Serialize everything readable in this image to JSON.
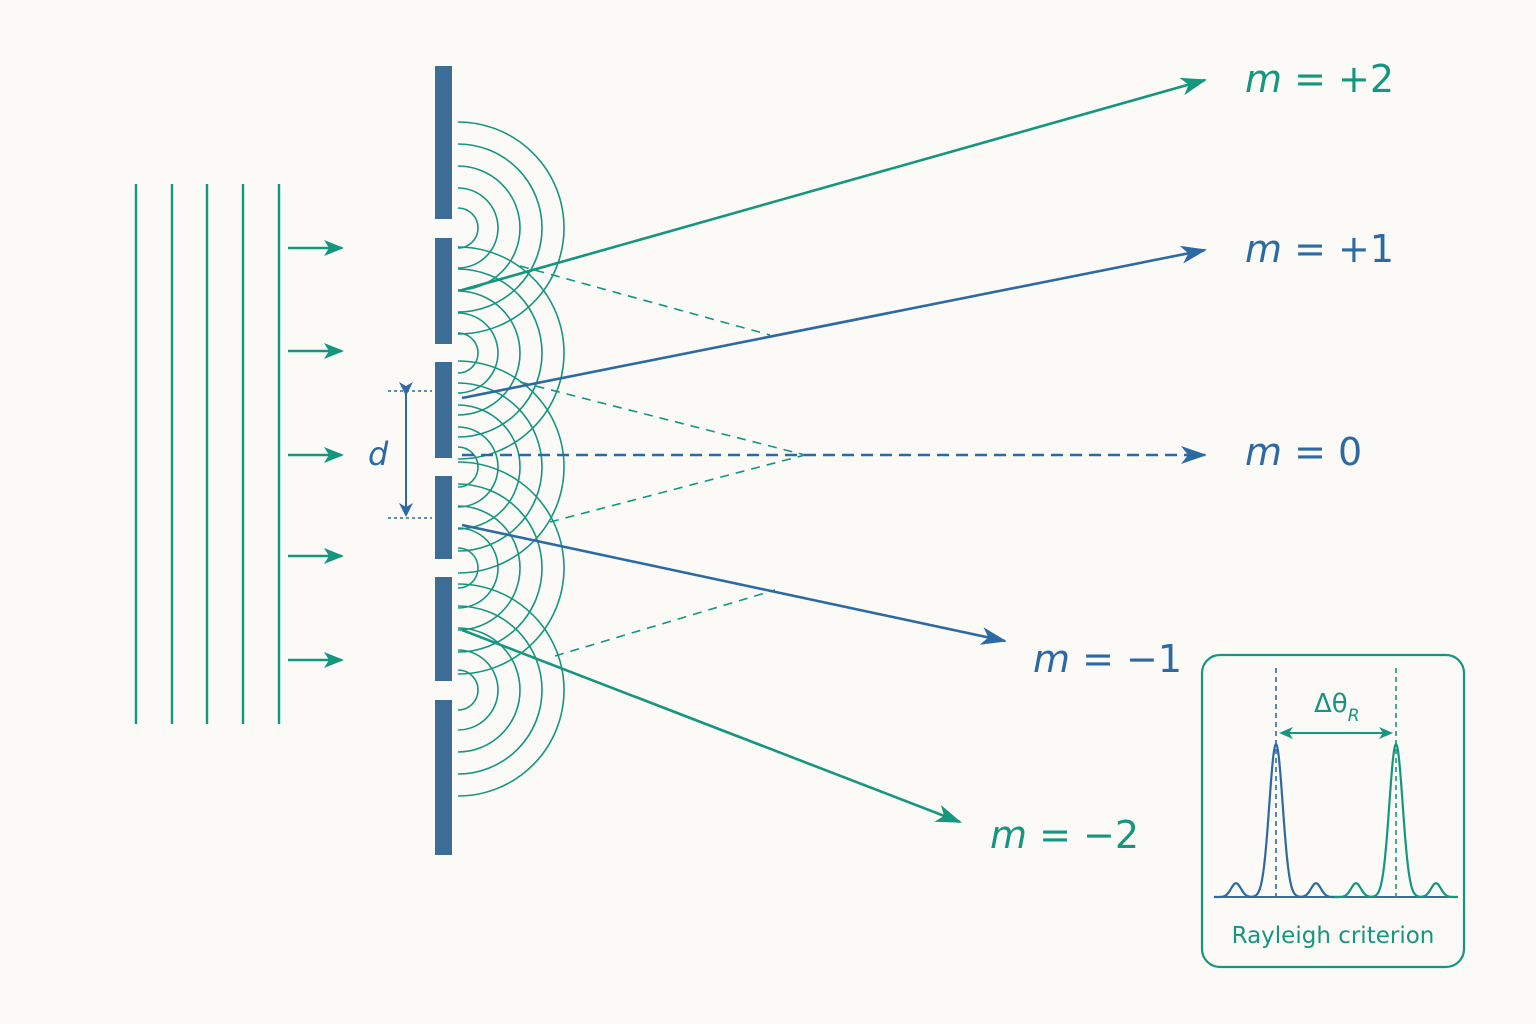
{
  "colors": {
    "background": "#fbfaf6",
    "green": "#16957f",
    "blue": "#2d6aa3",
    "grating": "#3d6c97"
  },
  "diagram": {
    "spacing_label": "d",
    "orders": [
      {
        "m": "m",
        "value": "= +2",
        "color": "green"
      },
      {
        "m": "m",
        "value": "= +1",
        "color": "blue"
      },
      {
        "m": "m",
        "value": "= 0",
        "color": "blue"
      },
      {
        "m": "m",
        "value": "= −1",
        "color": "blue"
      },
      {
        "m": "m",
        "value": "= −2",
        "color": "green"
      }
    ]
  },
  "inset": {
    "delta_symbol": "Δθ",
    "delta_subscript": "R",
    "caption": "Rayleigh criterion"
  }
}
